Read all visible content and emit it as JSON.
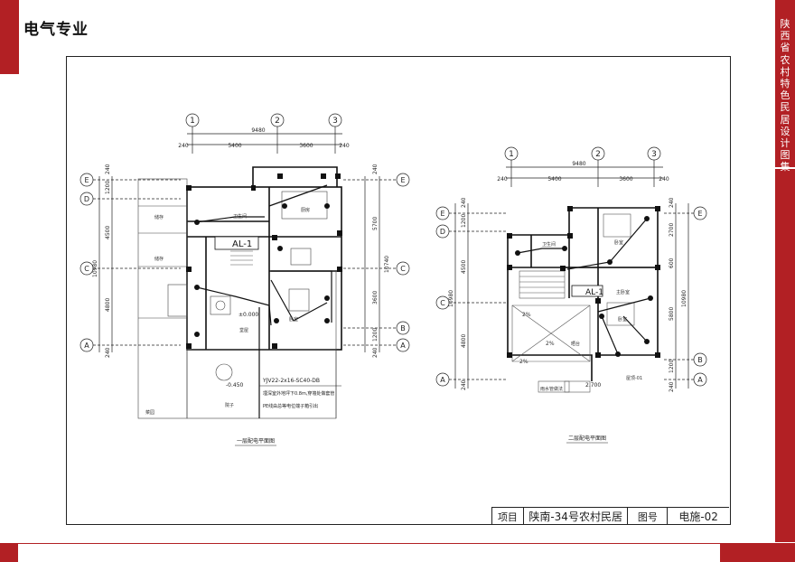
{
  "header": {
    "title": "电气专业"
  },
  "side_banner": {
    "text": "陕西省农村特色民居设计图集"
  },
  "title_block": {
    "project_label": "项目",
    "project_name": "陕南-34号农村民居",
    "drawing_label": "图号",
    "drawing_number": "电施-02"
  },
  "plan1": {
    "caption": "一层配电平面图",
    "grid_cols": [
      "1",
      "2",
      "3"
    ],
    "grid_rows": [
      "E",
      "D",
      "C",
      "B",
      "A"
    ],
    "dims_top_total": "9480",
    "dims_top_parts": [
      "240",
      "5400",
      "3600",
      "240"
    ],
    "dims_left": [
      "240",
      "1200",
      "4500",
      "4800",
      "240"
    ],
    "dims_left_total": "10980",
    "dims_right": [
      "240",
      "5700",
      "3600",
      "1200",
      "240"
    ],
    "dims_right_total": "10740",
    "panel_label": "AL-1",
    "elev_label": "±0.000",
    "elev_outside": "-0.450",
    "room_labels": [
      "储存",
      "储存",
      "卫生间",
      "厨房",
      "堂屋",
      "卧室",
      "院子",
      "菜园"
    ],
    "annotation_lines": [
      "YJV22-2x16-SC40-DB",
      "埋深室外地坪下0.8m,穿墙处做套管",
      "PE线由总等电位端子箱引出"
    ]
  },
  "plan2": {
    "caption": "二层配电平面图",
    "grid_cols": [
      "1",
      "2",
      "3"
    ],
    "grid_rows": [
      "E",
      "D",
      "C",
      "B",
      "A"
    ],
    "dims_top_total": "9480",
    "dims_top_parts": [
      "240",
      "5400",
      "3600",
      "240"
    ],
    "dims_left": [
      "240",
      "1200",
      "4500",
      "4800",
      "240"
    ],
    "dims_left_total": "10980",
    "dims_right": [
      "240",
      "2700",
      "600",
      "5800",
      "1200",
      "240"
    ],
    "dims_right_total": "10980",
    "panel_label": "AL-1",
    "elev_label": "2.700",
    "room_labels": [
      "卫生间",
      "卧室",
      "主卧室",
      "卧室",
      "晒台"
    ],
    "slope_labels": [
      "2%",
      "2%",
      "2%"
    ],
    "note": "屋顶-01",
    "bottom_label": "雨水管做法"
  }
}
